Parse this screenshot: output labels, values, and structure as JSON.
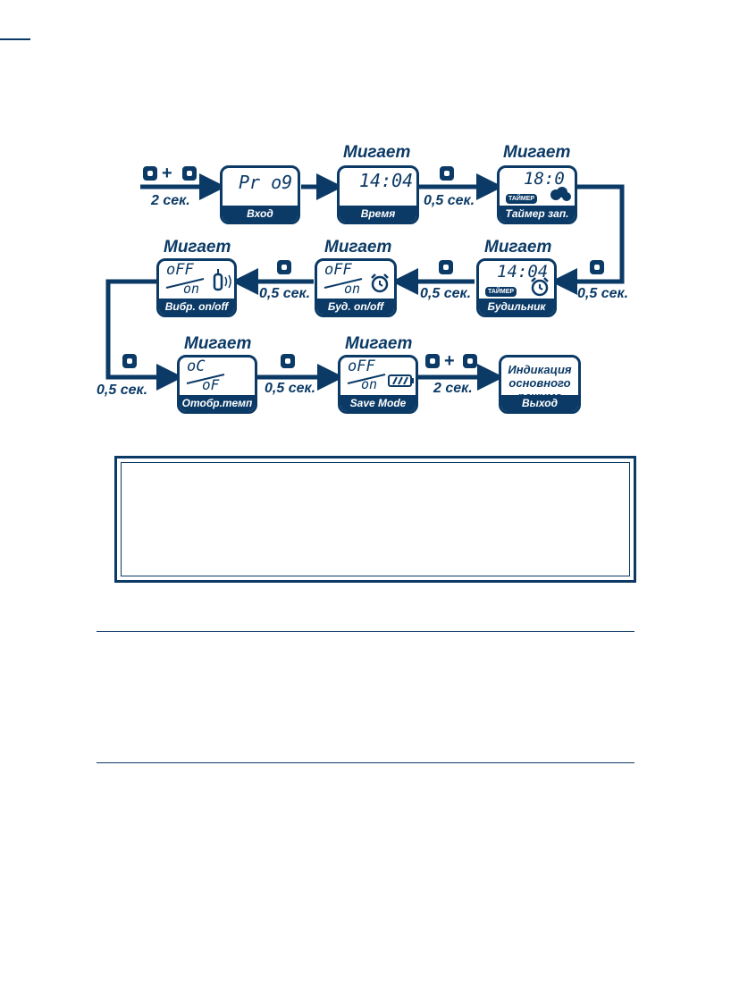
{
  "blink_label": "Мигает",
  "start": {
    "hold_time": "2 сек."
  },
  "screens": {
    "entry": {
      "display": "Pr o9",
      "caption": "Вход"
    },
    "time": {
      "display": "14:04",
      "caption": "Время"
    },
    "timer": {
      "display": "18:0 1",
      "tag": "ТАЙМЕР",
      "caption": "Таймер зап."
    },
    "alarm_clock": {
      "display": "14:04",
      "tag": "ТАЙМЕР",
      "caption": "Будильник"
    },
    "alarm_onoff": {
      "top": "oFF",
      "bottom": "on",
      "caption": "Буд. on/off"
    },
    "vibro_onoff": {
      "top": "oFF",
      "bottom": "on",
      "caption": "Вибр. on/off"
    },
    "temp_unit": {
      "top": "oC",
      "bottom": "oF",
      "caption": "Отобр.темп"
    },
    "save_mode": {
      "top": "oFF",
      "bottom": "on",
      "caption": "Save Mode"
    },
    "exit": {
      "line1": "Индикация",
      "line2": "основного",
      "line3": "режима",
      "caption": "Выход"
    }
  },
  "step_time": "0,5 сек.",
  "exit_hold_time": "2 сек.",
  "colors": {
    "ink": "#0b3a66",
    "background": "#ffffff"
  },
  "icons": [
    "mode-button-icon",
    "set-button-icon",
    "timer-icon",
    "alarm-clock-icon",
    "vibration-icon",
    "battery-icon"
  ]
}
